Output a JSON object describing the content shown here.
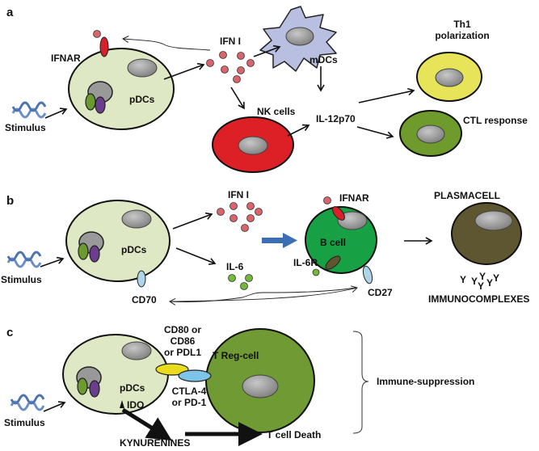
{
  "panels": {
    "a": {
      "label": "a",
      "ifnar": "IFNAR",
      "pdcs": "pDCs",
      "stimulus": "Stimulus",
      "ifn": "IFN I",
      "mdcs": "mDCs",
      "nk": "NK cells",
      "il12": "IL-12p70",
      "th1_line1": "Th1",
      "th1_line2": "polarization",
      "ctl": "CTL response"
    },
    "b": {
      "label": "b",
      "pdcs": "pDCs",
      "stimulus": "Stimulus",
      "cd70": "CD70",
      "ifn": "IFN I",
      "il6": "IL-6",
      "ifnar": "IFNAR",
      "bcell": "B cell",
      "il6r": "IL-6R",
      "cd27": "CD27",
      "plasmacell": "PLASMACELL",
      "antibodies": "Y Y Y Y Y Y",
      "immunocomplexes": "IMMUNOCOMPLEXES"
    },
    "c": {
      "label": "c",
      "pdcs": "pDCs",
      "stimulus": "Stimulus",
      "ido": "IDO",
      "ligand_line1": "CD80 or",
      "ligand_line2": "CD86",
      "ligand_line3": "or PDL1",
      "receptor_line1": "CTLA-4",
      "receptor_line2": "or PD-1",
      "treg": "T Reg-cell",
      "immune_suppression": "Immune-suppression",
      "kynurenines": "KYNURENINES",
      "tcell_death": "T cell Death"
    }
  },
  "colors": {
    "pdc_fill": "#dfe8c4",
    "nucleus": "#9a9a9a",
    "ifn_dot": "#d9646c",
    "ifnar": "#d8202a",
    "mdc": "#b9bfe0",
    "nk": "#dc2026",
    "th1": "#e8e45a",
    "ctl": "#6f9a2c",
    "bcell": "#18a045",
    "plasmacell": "#5e5630",
    "treg": "#6f9a34",
    "il6": "#74b83c",
    "cd70": "#aed4e8",
    "ligand": "#e8dc1c",
    "receptor": "#7ec4e8",
    "dna": "#6a8fc8",
    "blue_arrow": "#3b6fb4"
  }
}
